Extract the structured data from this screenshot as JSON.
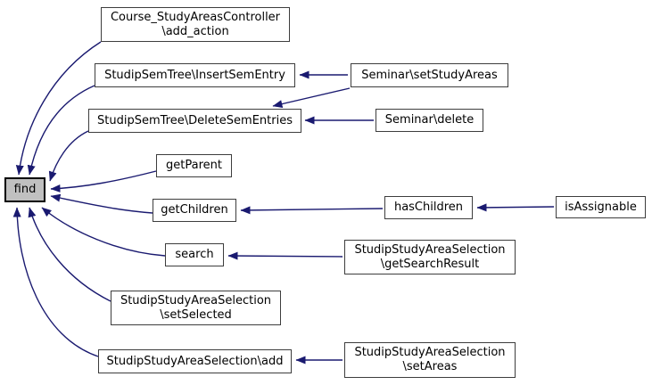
{
  "diagram": {
    "type": "doxygen-caller-graph",
    "focus_node": "find",
    "colors": {
      "edge": "#1a1a70",
      "node_border": "#3d3d3d",
      "node_bg": "#ffffff",
      "focus_bg": "#c0c0c0",
      "focus_border": "#000000",
      "text": "#000000",
      "bg": "#ffffff"
    },
    "nodes": [
      {
        "id": "course_add_action",
        "label": "Course_StudyAreasController\n\\add_action"
      },
      {
        "id": "insert_sem_entry",
        "label": "StudipSemTree\\InsertSemEntry"
      },
      {
        "id": "seminar_set_study_areas",
        "label": "Seminar\\setStudyAreas"
      },
      {
        "id": "delete_sem_entries",
        "label": "StudipSemTree\\DeleteSemEntries"
      },
      {
        "id": "seminar_delete",
        "label": "Seminar\\delete"
      },
      {
        "id": "get_parent",
        "label": "getParent"
      },
      {
        "id": "find",
        "label": "find"
      },
      {
        "id": "get_children",
        "label": "getChildren"
      },
      {
        "id": "has_children",
        "label": "hasChildren"
      },
      {
        "id": "is_assignable",
        "label": "isAssignable"
      },
      {
        "id": "search",
        "label": "search"
      },
      {
        "id": "get_search_result",
        "label": "StudipStudyAreaSelection\n\\getSearchResult"
      },
      {
        "id": "set_selected",
        "label": "StudipStudyAreaSelection\n\\setSelected"
      },
      {
        "id": "add",
        "label": "StudipStudyAreaSelection\\add"
      },
      {
        "id": "set_areas",
        "label": "StudipStudyAreaSelection\n\\setAreas"
      }
    ],
    "edges": [
      {
        "from": "course_add_action",
        "to": "find"
      },
      {
        "from": "insert_sem_entry",
        "to": "find"
      },
      {
        "from": "delete_sem_entries",
        "to": "find"
      },
      {
        "from": "get_parent",
        "to": "find"
      },
      {
        "from": "get_children",
        "to": "find"
      },
      {
        "from": "search",
        "to": "find"
      },
      {
        "from": "set_selected",
        "to": "find"
      },
      {
        "from": "add",
        "to": "find"
      },
      {
        "from": "seminar_set_study_areas",
        "to": "insert_sem_entry"
      },
      {
        "from": "seminar_set_study_areas",
        "to": "delete_sem_entries"
      },
      {
        "from": "seminar_delete",
        "to": "delete_sem_entries"
      },
      {
        "from": "has_children",
        "to": "get_children"
      },
      {
        "from": "is_assignable",
        "to": "has_children"
      },
      {
        "from": "get_search_result",
        "to": "search"
      },
      {
        "from": "set_areas",
        "to": "add"
      }
    ]
  }
}
